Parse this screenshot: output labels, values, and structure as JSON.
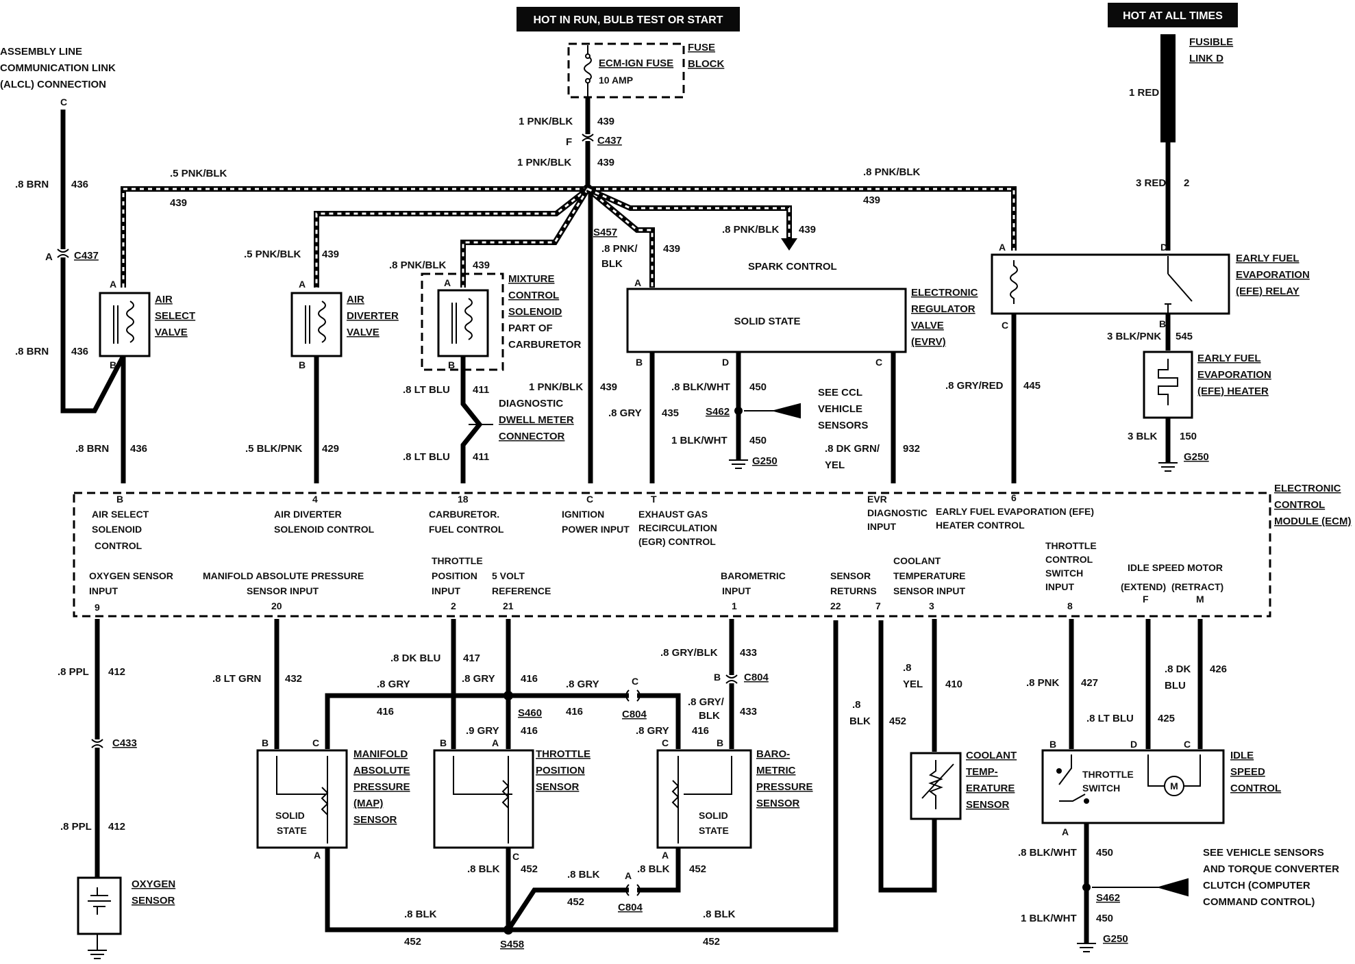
{
  "banners": {
    "run": "HOT IN RUN, BULB TEST OR START",
    "always": "HOT AT ALL TIMES"
  },
  "aldl": {
    "title_1": "ASSEMBLY LINE",
    "title_2": "COMMUNICATION LINK",
    "title_3": "(ALCL) CONNECTION",
    "pin": "C"
  },
  "fuse": {
    "name": "ECM-IGN FUSE",
    "rating": "10 AMP",
    "block_1": "FUSE",
    "block_2": "BLOCK"
  },
  "fusible": {
    "line1": "FUSIBLE",
    "line2": "LINK D",
    "wire1": "1 RED",
    "wire2": "3 RED",
    "wire2_circuit": "2"
  },
  "top_wires": {
    "w1": "1 PNK/BLK",
    "w1c": "439",
    "conn_pin": "F",
    "conn": "C437",
    "w2": "1 PNK/BLK",
    "w2c": "439",
    "left_bus": ".5 PNK/BLK",
    "left_bus_c": "439",
    "right_bus": ".8 PNK/BLK",
    "right_bus_c": "439",
    "splice": "S457"
  },
  "components": {
    "air_select": {
      "l1": "AIR",
      "l2": "SELECT",
      "l3": "VALVE",
      "pin_top": "A",
      "pin_bot": "B"
    },
    "air_diverter": {
      "l1": "AIR",
      "l2": "DIVERTER",
      "l3": "VALVE",
      "pin_top": "A",
      "pin_bot": "B",
      "wire_top": ".5 PNK/BLK",
      "wire_top_c": "439",
      "wire_bot": ".5 BLK/PNK",
      "wire_bot_c": "429"
    },
    "mixture": {
      "l1": "MIXTURE",
      "l2": "CONTROL",
      "l3": "SOLENOID",
      "l4": "PART OF",
      "l5": "CARBURETOR",
      "pin_top": "A",
      "pin_bot": "B",
      "wire_top": ".8 PNK/BLK",
      "wire_top_c": "439",
      "wire_bot1": ".8 LT BLU",
      "wire_bot1_c": "411",
      "wire_bot2": ".8 LT BLU",
      "wire_bot2_c": "411"
    },
    "dwell": {
      "l1": "DIAGNOSTIC",
      "l2": "DWELL METER",
      "l3": "CONNECTOR"
    },
    "ign_feed": {
      "wire": "1 PNK/BLK",
      "wire_c": "439"
    },
    "evrv": {
      "body": "SOLID STATE",
      "l1": "ELECTRONIC",
      "l2": "REGULATOR",
      "l3": "VALVE",
      "l4": "(EVRV)",
      "pin_a": "A",
      "pin_b": "B",
      "pin_c": "C",
      "pin_d": "D",
      "wire_a": ".8 PNK/",
      "wire_a2": "BLK",
      "wire_a_c": "439",
      "wire_b": ".8 GRY",
      "wire_b_c": "435",
      "wire_c": ".8 DK GRN/",
      "wire_c2": "YEL",
      "wire_c_c": "932"
    },
    "spark": {
      "wire": ".8 PNK/BLK",
      "wire_c": "439",
      "label": "SPARK CONTROL"
    },
    "ground_evrv": {
      "w1": ".8 BLK/WHT",
      "w1c": "450",
      "splice": "S462",
      "w2": "1 BLK/WHT",
      "w2c": "450",
      "ground": "G250",
      "see_1": "SEE CCL",
      "see_2": "VEHICLE",
      "see_3": "SENSORS"
    },
    "efe_relay": {
      "l1": "EARLY FUEL",
      "l2": "EVAPORATION",
      "l3": "(EFE) RELAY",
      "pin_a": "A",
      "pin_b": "B",
      "pin_c": "C",
      "pin_d": "D",
      "wire_c": ".8 GRY/RED",
      "wire_c_c": "445",
      "wire_b": "3 BLK/PNK",
      "wire_b_c": "545"
    },
    "efe_heater": {
      "l1": "EARLY FUEL",
      "l2": "EVAPORATION",
      "l3": "(EFE) HEATER",
      "wire": "3 BLK",
      "wire_c": "150",
      "ground": "G250"
    },
    "aldl_wire": {
      "w1": ".8 BRN",
      "w1c": "436",
      "conn_pin": "A",
      "conn": "C437",
      "w2": ".8 BRN",
      "w2c": "436",
      "w3": ".8 BRN",
      "w3c": "436"
    }
  },
  "ecm": {
    "title_1": "ELECTRONIC",
    "title_2": "CONTROL",
    "title_3": "MODULE (ECM)",
    "top": [
      {
        "pin": "B",
        "l1": "AIR SELECT",
        "l2": "SOLENOID",
        "l3": "CONTROL"
      },
      {
        "pin": "4",
        "l1": "AIR DIVERTER",
        "l2": "SOLENOID CONTROL",
        "l3": ""
      },
      {
        "pin": "18",
        "l1": "CARBURETOR.",
        "l2": "FUEL CONTROL",
        "l3": ""
      },
      {
        "pin": "C",
        "l1": "IGNITION",
        "l2": "POWER INPUT",
        "l3": ""
      },
      {
        "pin": "T",
        "l1": "EXHAUST GAS",
        "l2": "RECIRCULATION",
        "l3": "(EGR) CONTROL"
      },
      {
        "pin": "EVR",
        "l1": "DIAGNOSTIC",
        "l2": "INPUT",
        "l3": ""
      },
      {
        "pin": "6",
        "l1": "EARLY FUEL EVAPORATION (EFE)",
        "l2": "HEATER CONTROL",
        "l3": ""
      }
    ],
    "bottom": [
      {
        "pin": "9",
        "l1": "OXYGEN SENSOR",
        "l2": "INPUT",
        "l3": ""
      },
      {
        "pin": "20",
        "l1": "MANIFOLD ABSOLUTE PRESSURE",
        "l2": "SENSOR INPUT",
        "l3": ""
      },
      {
        "pin": "2",
        "l1": "THROTTLE",
        "l2": "POSITION",
        "l3": "INPUT"
      },
      {
        "pin": "21",
        "l1": "5 VOLT",
        "l2": "REFERENCE",
        "l3": ""
      },
      {
        "pin": "1",
        "l1": "BAROMETRIC",
        "l2": "INPUT",
        "l3": ""
      },
      {
        "pin": "22",
        "l1": "SENSOR",
        "l2": "RETURNS",
        "l3": ""
      },
      {
        "pin": "7",
        "l1": "",
        "l2": "",
        "l3": ""
      },
      {
        "pin": "3",
        "l1": "COOLANT",
        "l2": "TEMPERATURE",
        "l3": "SENSOR INPUT"
      },
      {
        "pin": "8",
        "l1": "THROTTLE",
        "l2": "CONTROL",
        "l3": "SWITCH",
        "l4": "INPUT"
      },
      {
        "pin": "F",
        "l1": "IDLE SPEED MOTOR",
        "l2": "(EXTEND)",
        "l3": ""
      },
      {
        "pin": "M",
        "l1": "",
        "l2": "(RETRACT)",
        "l3": ""
      }
    ]
  },
  "lower": {
    "o2": {
      "w1": ".8 PPL",
      "w1c": "412",
      "conn": "C433",
      "w2": ".8 PPL",
      "w2c": "412",
      "l1": "OXYGEN",
      "l2": "SENSOR"
    },
    "map": {
      "w": ".8 LT GRN",
      "wc": "432",
      "l1": "MANIFOLD",
      "l2": "ABSOLUTE",
      "l3": "PRESSURE",
      "l4": "(MAP)",
      "l5": "SENSOR",
      "body1": "SOLID",
      "body2": "STATE",
      "pin_a": "A",
      "pin_b": "B",
      "pin_c": "C"
    },
    "tps": {
      "w1": ".8 DK BLU",
      "w1c": "417",
      "w2": ".8 GRY",
      "w2c": "416",
      "w3": ".9 GRY",
      "w3c": "416",
      "l1": "THROTTLE",
      "l2": "POSITION",
      "l3": "SENSOR",
      "pin_a": "A",
      "pin_b": "B",
      "pin_c": "C"
    },
    "ref": {
      "w_left": ".8 GRY",
      "w_left_c": "416",
      "w_right": ".8 GRY",
      "w_right_c": "416",
      "splice": "S460",
      "conn": "C804",
      "conn_pin": "C",
      "w_baro": ".8 GRY",
      "w_baro_c": "416"
    },
    "baro": {
      "w1": ".8 GRY/BLK",
      "w1c": "433",
      "conn_pin": "B",
      "conn": "C804",
      "w2a": ".8 GRY/",
      "w2b": "BLK",
      "w2c": "433",
      "l1": "BARO-",
      "l2": "METRIC",
      "l3": "PRESSURE",
      "l4": "SENSOR",
      "body1": "SOLID",
      "body2": "STATE",
      "pin_a": "A",
      "pin_b": "B",
      "pin_c": "C"
    },
    "returns": {
      "w1": ".8 BLK",
      "w1c": "452",
      "w2": ".8 BLK",
      "w2c": "452",
      "w3": ".8 BLK",
      "w3c": "452",
      "w4": ".8 BLK",
      "w4c": "452",
      "w5": ".8 BLK",
      "w5c": "452",
      "splice": "S458",
      "conn": "C804",
      "conn_pin": "A",
      "ret_w": ".8",
      "ret_w2": "BLK",
      "ret_c": "452"
    },
    "coolant": {
      "w1": ".8",
      "w2": "YEL",
      "wc": "410",
      "l1": "COOLANT",
      "l2": "TEMP-",
      "l3": "ERATURE",
      "l4": "SENSOR"
    },
    "isc": {
      "w_b": ".8 PNK",
      "w_b_c": "427",
      "w_d": ".8 LT BLU",
      "w_d_c": "425",
      "w_c1": ".8 DK",
      "w_c2": "BLU",
      "w_c_c": "426",
      "l1": "IDLE",
      "l2": "SPEED",
      "l3": "CONTROL",
      "switch": "THROTTLE",
      "switch2": "SWITCH",
      "motor": "M",
      "pin_b": "B",
      "pin_d": "D",
      "pin_c": "C",
      "pin_a": "A"
    },
    "isc_gnd": {
      "w1": ".8 BLK/WHT",
      "w1c": "450",
      "splice": "S462",
      "w2": "1 BLK/WHT",
      "w2c": "450",
      "ground": "G250",
      "see_1": "SEE VEHICLE SENSORS",
      "see_2": "AND TORQUE CONVERTER",
      "see_3": "CLUTCH (COMPUTER",
      "see_4": "COMMAND CONTROL)"
    }
  }
}
